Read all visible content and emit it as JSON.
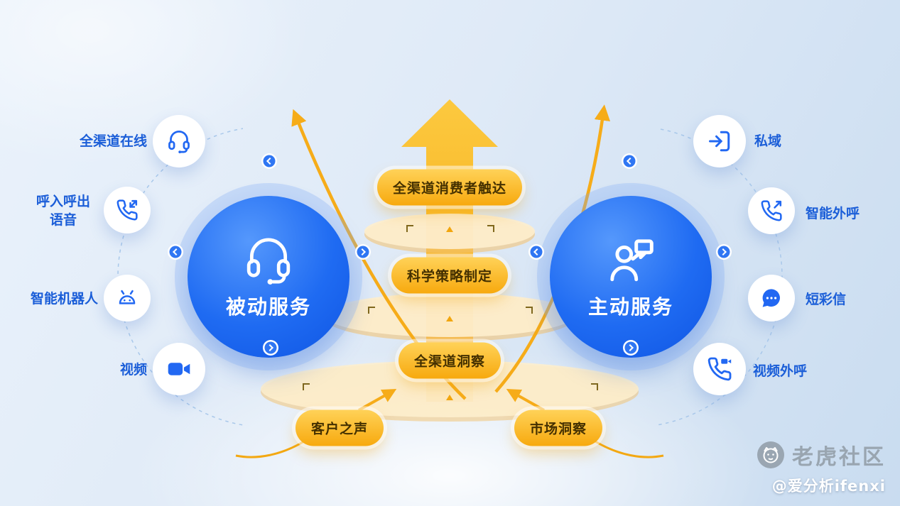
{
  "colors": {
    "accent_blue": "#1f6bf2",
    "accent_yellow": "#f6ac19",
    "label_blue": "#1b5ed8",
    "pill_text": "#443000"
  },
  "left_panel": {
    "items": [
      {
        "label": "全渠道在线",
        "icon": "headset-icon"
      },
      {
        "label": "呼入呼出语音",
        "icon": "phone-in-out-icon"
      },
      {
        "label": "智能机器人",
        "icon": "robot-icon"
      },
      {
        "label": "视频",
        "icon": "video-camera-icon"
      }
    ]
  },
  "right_panel": {
    "items": [
      {
        "label": "私域",
        "icon": "login-arrow-icon"
      },
      {
        "label": "智能外呼",
        "icon": "phone-outgoing-icon"
      },
      {
        "label": "短彩信",
        "icon": "message-dots-icon"
      },
      {
        "label": "视频外呼",
        "icon": "video-call-icon"
      }
    ]
  },
  "main_nodes": {
    "passive": {
      "label": "被动服务",
      "icon": "headset-icon"
    },
    "active": {
      "label": "主动服务",
      "icon": "person-chat-icon"
    }
  },
  "funnel": {
    "stages": [
      {
        "label": "全渠道消费者触达"
      },
      {
        "label": "科学策略制定"
      },
      {
        "label": "全渠道洞察"
      }
    ],
    "sources": [
      {
        "label": "客户之声"
      },
      {
        "label": "市场洞察"
      }
    ]
  },
  "watermark": {
    "brand": "老虎社区",
    "handle": "@爱分析ifenxi",
    "logo": "tiger-logo-icon"
  }
}
